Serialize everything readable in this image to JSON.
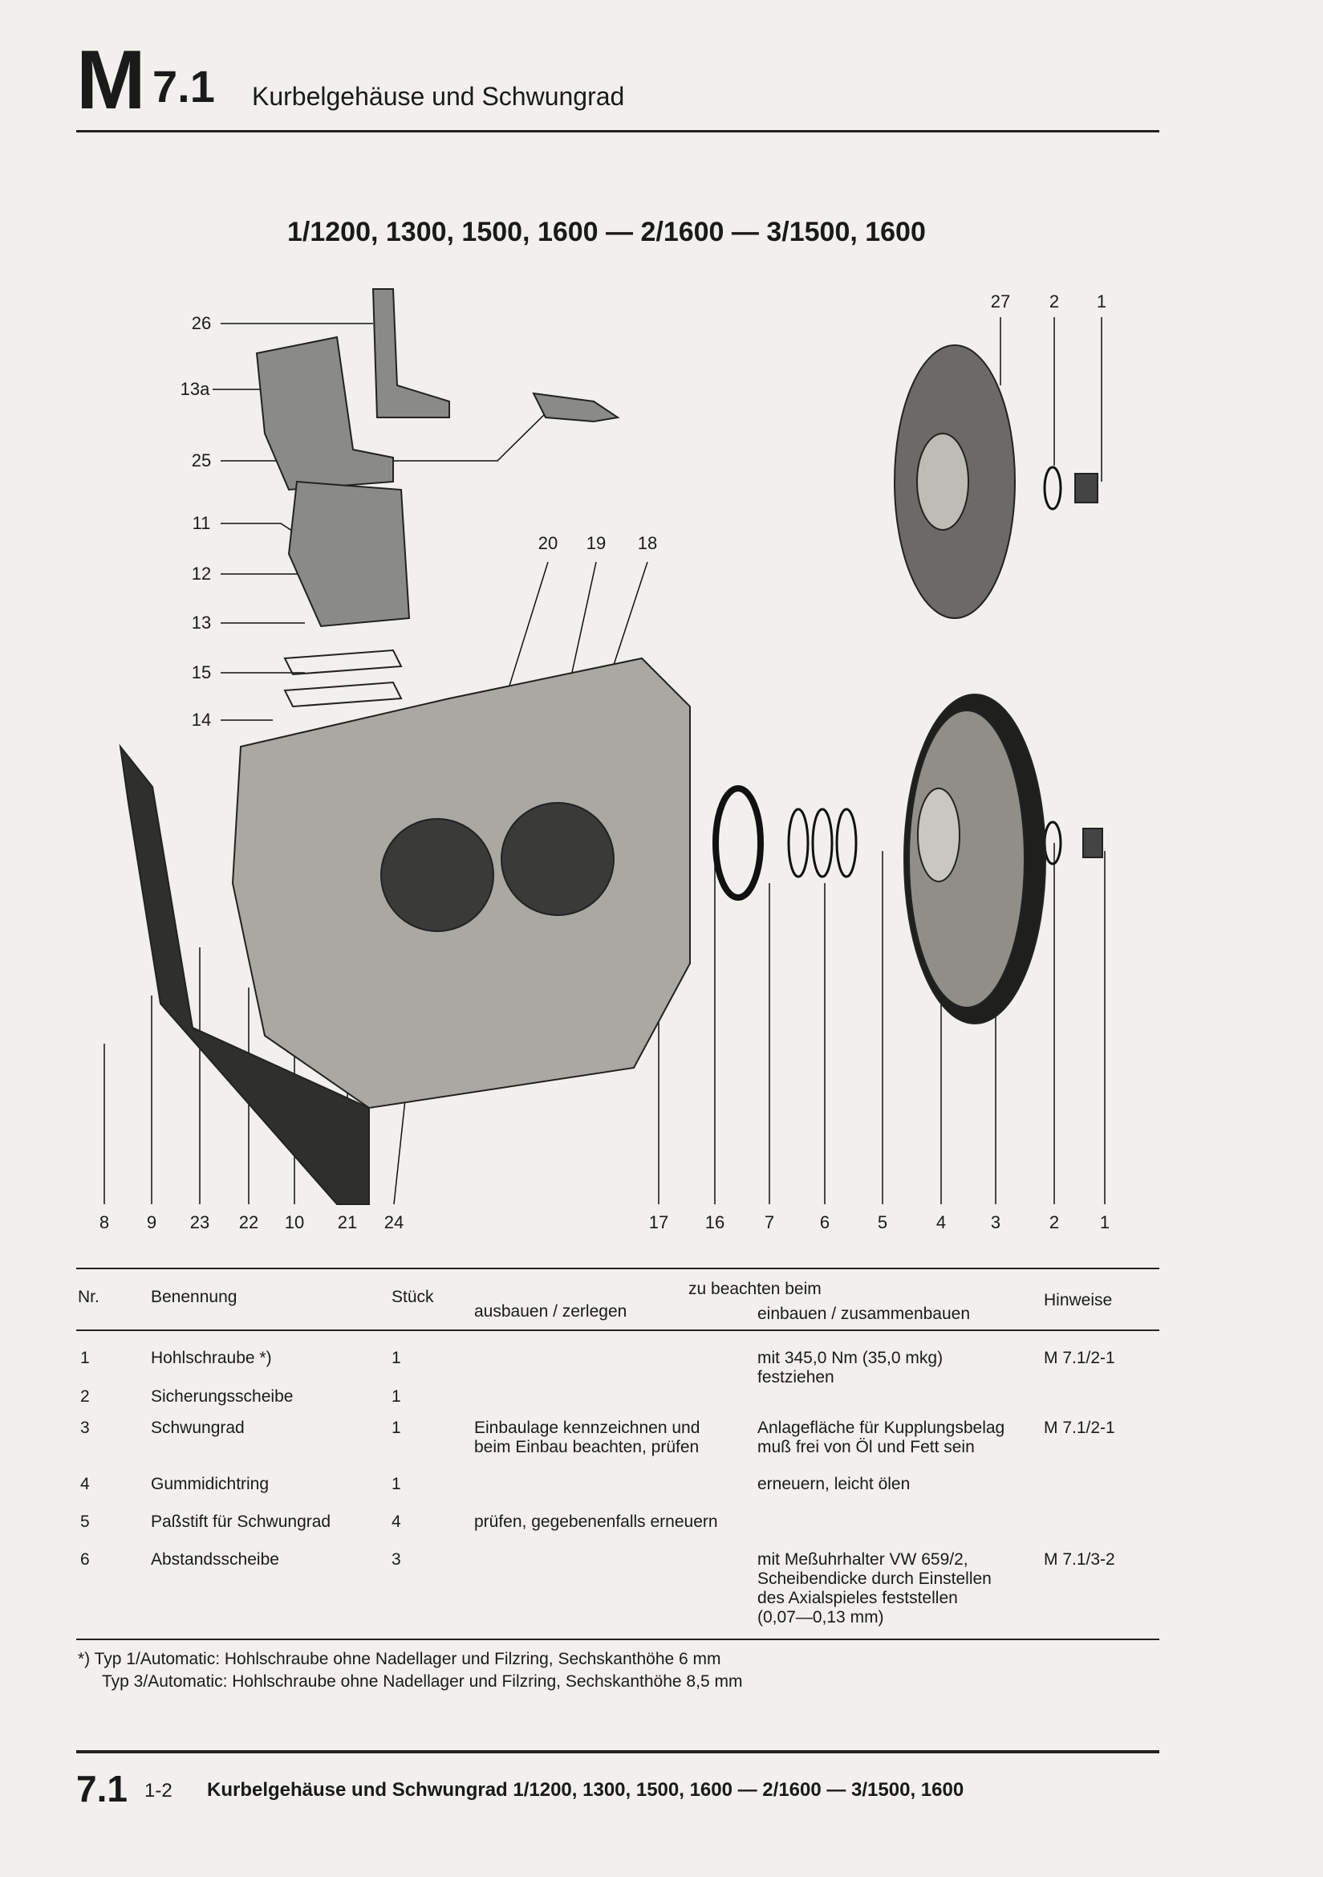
{
  "header": {
    "letter": "M",
    "section": "7.1",
    "title": "Kurbelgehäuse und Schwungrad"
  },
  "subtitle": "1/1200, 1300, 1500, 1600 — 2/1600 — 3/1500, 1600",
  "diagram": {
    "labels_left": [
      "26",
      "13a",
      "25",
      "11",
      "12",
      "13",
      "15",
      "14"
    ],
    "labels_mid": [
      "20",
      "19",
      "18"
    ],
    "labels_top_right": [
      "27",
      "2",
      "1"
    ],
    "labels_bottom": [
      "8",
      "9",
      "23",
      "22",
      "10",
      "21",
      "24",
      "17",
      "16",
      "7",
      "6",
      "5",
      "4",
      "3",
      "2",
      "1"
    ]
  },
  "table": {
    "headers": {
      "nr": "Nr.",
      "name": "Benennung",
      "qty": "Stück",
      "group": "zu beachten beim",
      "remove": "ausbauen / zerlegen",
      "install": "einbauen / zusammenbauen",
      "notes": "Hinweise"
    },
    "rows": [
      {
        "nr": "1",
        "name": "Hohlschraube *)",
        "qty": "1",
        "remove": "",
        "install": "mit 345,0 Nm (35,0 mkg)\nfestziehen",
        "notes": "M 7.1/2-1"
      },
      {
        "nr": "2",
        "name": "Sicherungsscheibe",
        "qty": "1",
        "remove": "",
        "install": "",
        "notes": ""
      },
      {
        "nr": "3",
        "name": "Schwungrad",
        "qty": "1",
        "remove": "Einbaulage kennzeichnen und\nbeim Einbau beachten, prüfen",
        "install": "Anlagefläche für Kupplungsbelag\nmuß frei von Öl und Fett sein",
        "notes": "M 7.1/2-1"
      },
      {
        "nr": "4",
        "name": "Gummidichtring",
        "qty": "1",
        "remove": "",
        "install": "erneuern, leicht ölen",
        "notes": ""
      },
      {
        "nr": "5",
        "name": "Paßstift für Schwungrad",
        "qty": "4",
        "remove": "prüfen, gegebenenfalls erneuern",
        "install": "",
        "notes": ""
      },
      {
        "nr": "6",
        "name": "Abstandsscheibe",
        "qty": "3",
        "remove": "",
        "install": "mit Meßuhrhalter VW 659/2,\nScheibendicke durch Einstellen\ndes Axialspieles feststellen\n(0,07—0,13 mm)",
        "notes": "M 7.1/3-2"
      }
    ]
  },
  "footnotes": [
    "*) Typ 1/Automatic: Hohlschraube ohne Nadellager und Filzring, Sechskanthöhe 6 mm",
    "Typ 3/Automatic: Hohlschraube ohne Nadellager und Filzring, Sechskanthöhe 8,5 mm"
  ],
  "footer": {
    "section": "7.1",
    "page": "1-2",
    "title": "Kurbelgehäuse und Schwungrad 1/1200, 1300, 1500, 1600 — 2/1600 — 3/1500, 1600"
  }
}
